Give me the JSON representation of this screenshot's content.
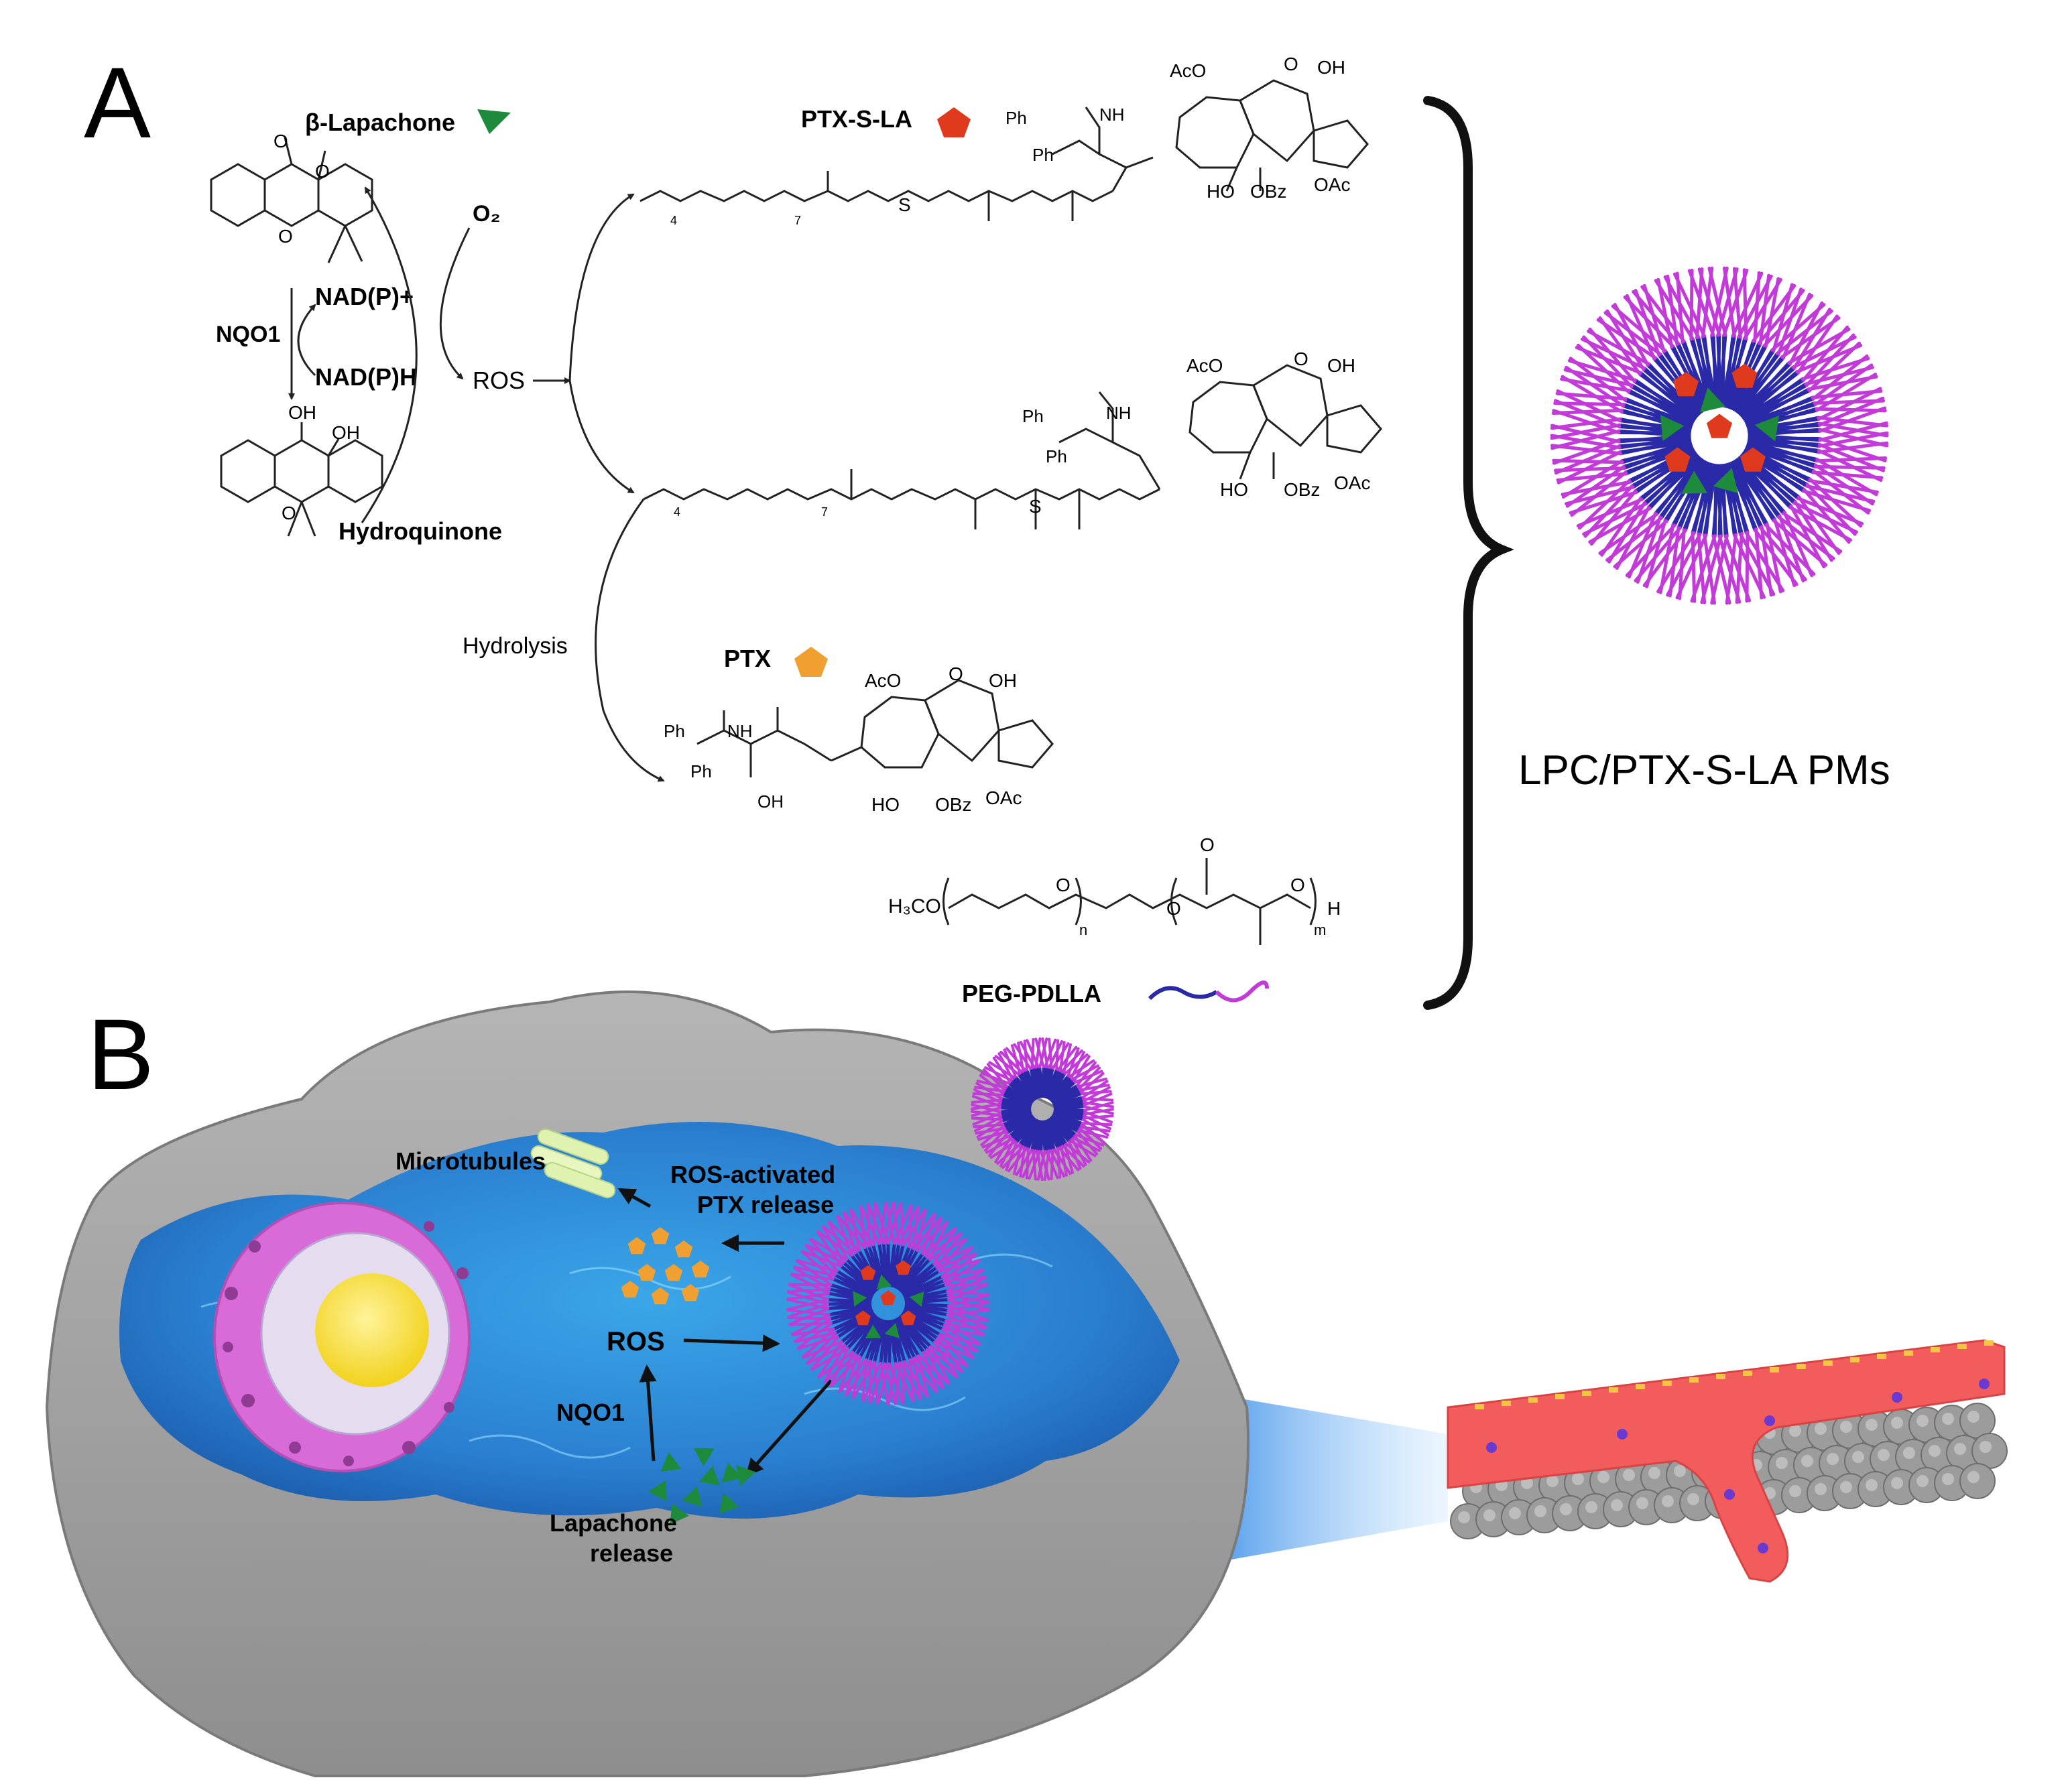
{
  "panel_a": {
    "label": "A",
    "beta_lapachone": "β-Lapachone",
    "o2": "O₂",
    "nadp_plus": "NAD(P)+",
    "nqo1": "NQO1",
    "nadph": "NAD(P)H",
    "ros": "ROS",
    "hydroquinone": "Hydroquinone",
    "ptx_s_la": "PTX-S-LA",
    "ptx": "PTX",
    "hydrolysis": "Hydrolysis",
    "peg_pdlla": "PEG-PDLLA",
    "micelle_label": "LPC/PTX-S-LA PMs",
    "peg_formula": {
      "h3co": "H₃CO",
      "n_sub": "n",
      "m_sub": "m",
      "h_end": "H",
      "o": "O"
    },
    "structure_labels": {
      "aco": "AcO",
      "oh": "OH",
      "ho": "HO",
      "obz": "OBz",
      "oac": "OAc",
      "ph": "Ph",
      "nh": "NH",
      "h": "H",
      "o": "O",
      "s": "S",
      "sub_4": "4",
      "sub_7": "7"
    }
  },
  "panel_b": {
    "label": "B",
    "microtubules": "Microtubules",
    "ros_activated_1": "ROS-activated",
    "ros_activated_2": "PTX release",
    "ros": "ROS",
    "nqo1": "NQO1",
    "lapachone_1": "Lapachone",
    "lapachone_2": "release"
  },
  "colors": {
    "lapachone_green": "#1e8a3c",
    "ptx_s_la_red": "#e03a1e",
    "ptx_orange": "#f0a030",
    "peg_blue": "#2a2aa8",
    "pdlla_magenta": "#c23ad8",
    "cell_gray": "#a9a9a9",
    "cytoplasm_blue": "#2f8fd6",
    "nucleus_yellow": "#f5e23a",
    "er_pink": "#d96bd8",
    "vessel_red": "#f25c5c"
  }
}
